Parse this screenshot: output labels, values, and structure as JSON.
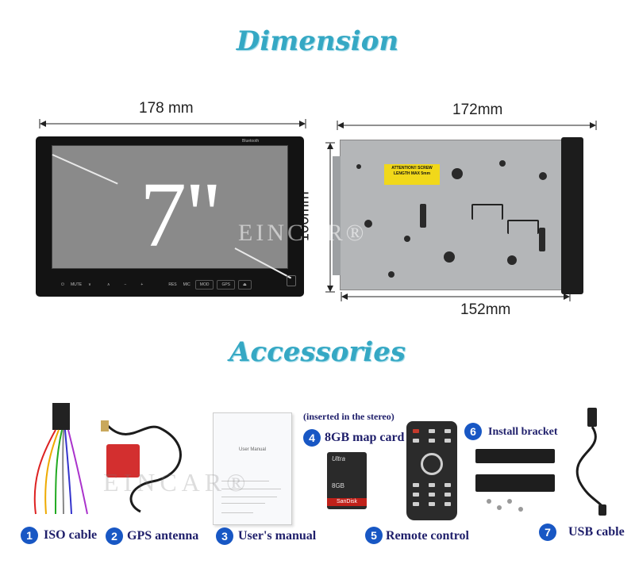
{
  "titles": {
    "dimension": "Dimension",
    "accessories": "Accessories"
  },
  "dimensions": {
    "front_width": "178 mm",
    "depth_top": "172mm",
    "height": "100mm",
    "depth_bottom": "152mm"
  },
  "stereo": {
    "screen_size": "7''",
    "bluetooth_label": "Bluetooth",
    "buttons": [
      "MUTE",
      "RES",
      "MIC",
      "MOD",
      "GPS"
    ]
  },
  "chassis": {
    "attention_text": "ATTENTION!! SCREW LENGTH MAX 5mm"
  },
  "watermark": "EINCAR®",
  "accessories": {
    "note": "(inserted in the stereo)",
    "items": [
      {
        "number": "1",
        "label": "ISO cable"
      },
      {
        "number": "2",
        "label": "GPS antenna"
      },
      {
        "number": "3",
        "label": "User's manual"
      },
      {
        "number": "4",
        "label": "8GB map card"
      },
      {
        "number": "5",
        "label": "Remote control"
      },
      {
        "number": "6",
        "label": "Install bracket"
      },
      {
        "number": "7",
        "label": "USB cable"
      }
    ],
    "manual_title": "User Manual",
    "sd_card": {
      "series": "Ultra",
      "capacity": "8GB",
      "brand": "SanDisk"
    }
  },
  "colors": {
    "title": "#35a8c4",
    "badge": "#1857c4",
    "label": "#1f1f6b"
  }
}
